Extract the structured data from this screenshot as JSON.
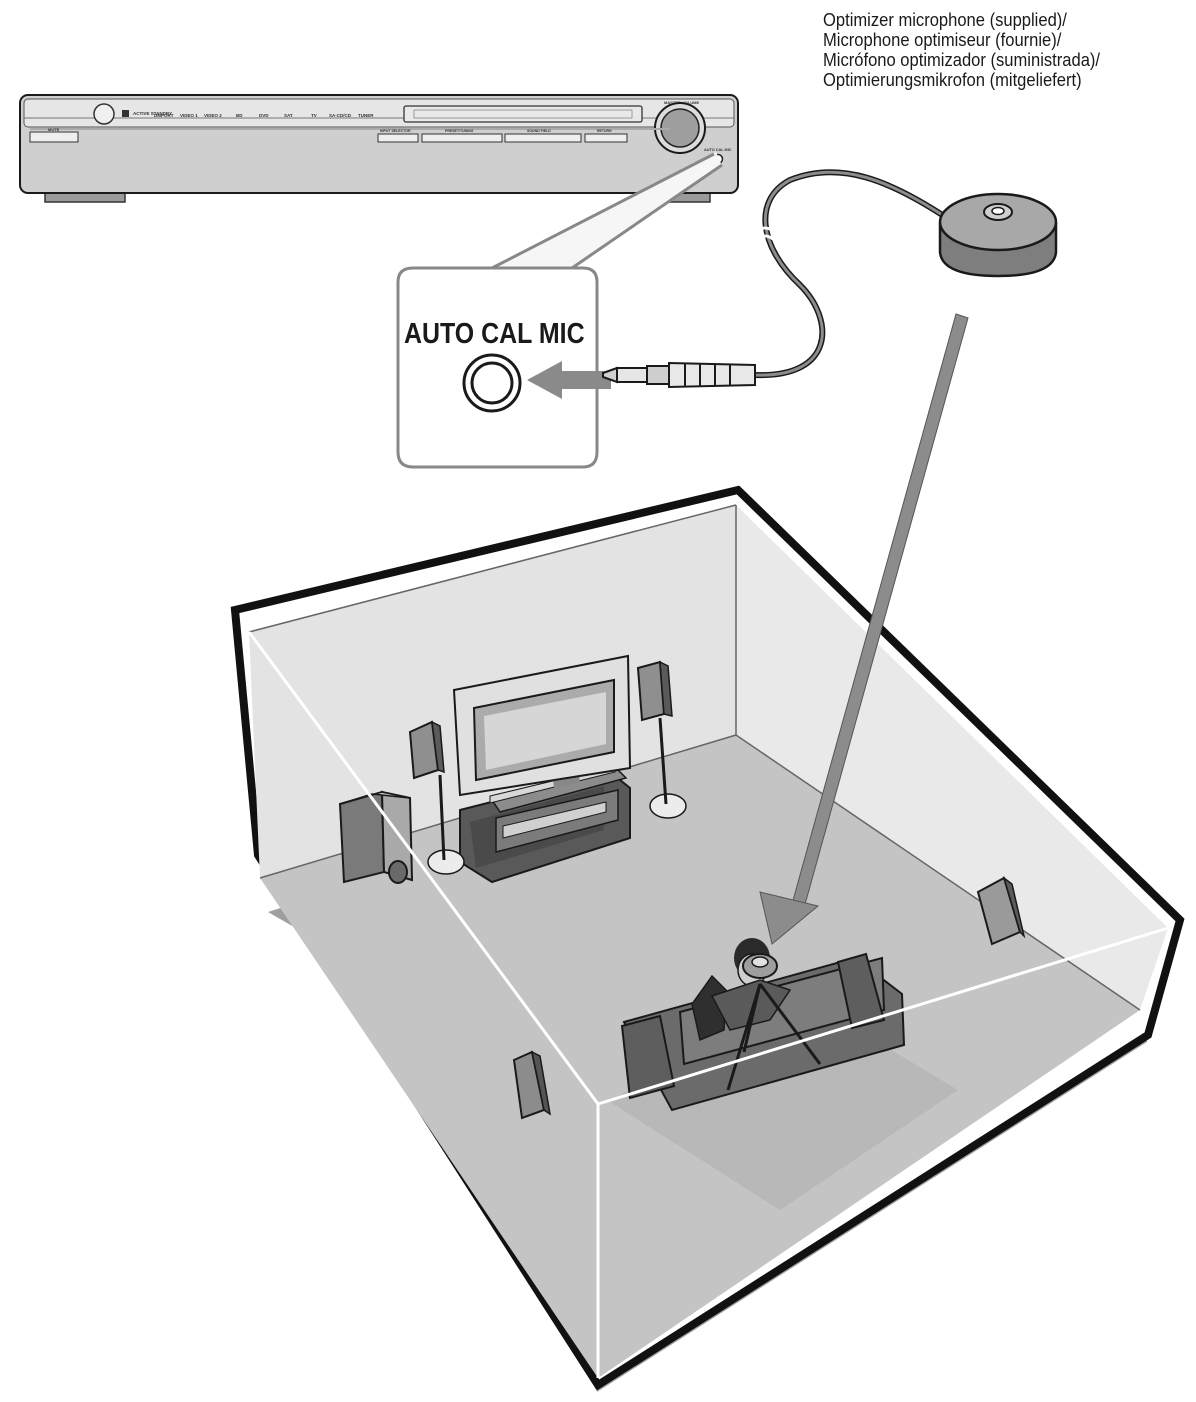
{
  "caption": {
    "lines": [
      "Optimizer microphone (supplied)/",
      "Microphone optimiseur (fournie)/",
      "Micrófono optimizador (suministrada)/",
      "Optimierungsmikrofon (mitgeliefert)"
    ]
  },
  "callout": {
    "label": "AUTO CAL MIC"
  },
  "receiver": {
    "standby_label": "ACTIVE STANDBY",
    "inputs": [
      "DMPORT",
      "VIDEO 1",
      "VIDEO 2",
      "BD",
      "DVD",
      "SAT",
      "TV",
      "SA-CD/CD",
      "TUNER"
    ],
    "master_volume_label": "MASTER VOLUME",
    "mic_jack_label": "AUTO CAL MIC",
    "buttons": [
      "INPUT SELECTOR",
      "PRESET/TUNING",
      "SOUND FIELD",
      "RETURN"
    ],
    "mute_label": "MUTE"
  },
  "colors": {
    "line": "#1a1a1a",
    "room_floor": "#c4c4c4",
    "wall": "#e1e1e1",
    "arrow": "#888888",
    "device": "#d6d6d6"
  }
}
